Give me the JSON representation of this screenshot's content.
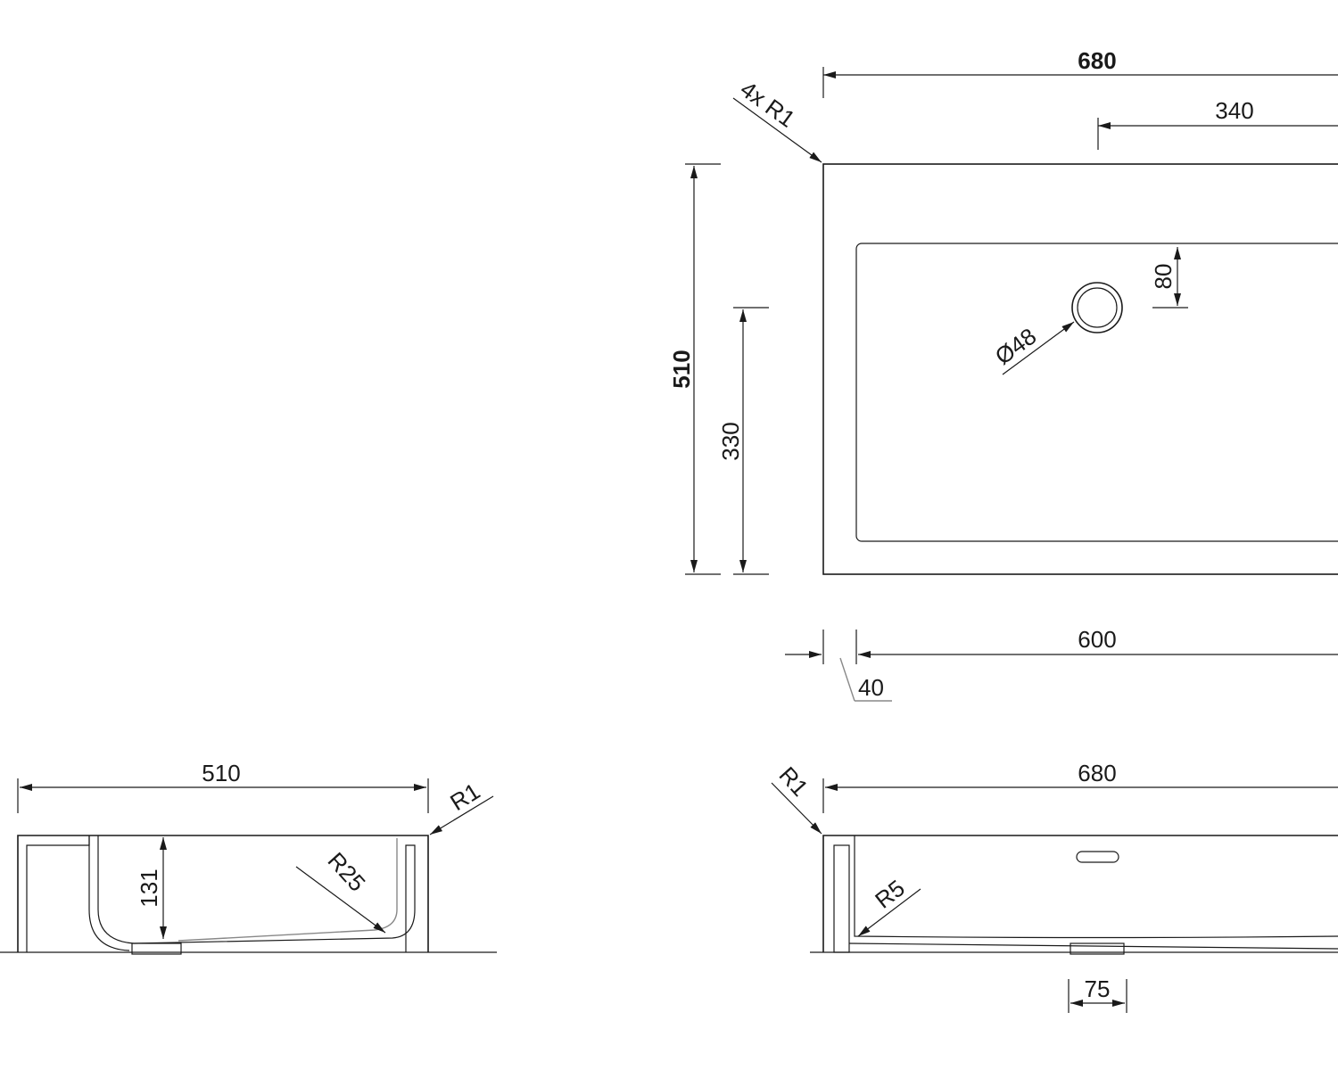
{
  "top_view": {
    "overall_width": "680",
    "half_width": "340",
    "corner_radius": "4x R1",
    "overall_depth": "510",
    "drain_offset_depth": "330",
    "drain_offset_back": "80",
    "drain_diameter": "Ø48",
    "basin_width": "600",
    "rim_width": "40"
  },
  "side_section": {
    "depth": "510",
    "corner_radius": "R1",
    "basin_height": "131",
    "inner_radius": "R25"
  },
  "front_section": {
    "width": "680",
    "corner_radius": "R1",
    "inner_radius": "R5",
    "drain_width": "75"
  }
}
